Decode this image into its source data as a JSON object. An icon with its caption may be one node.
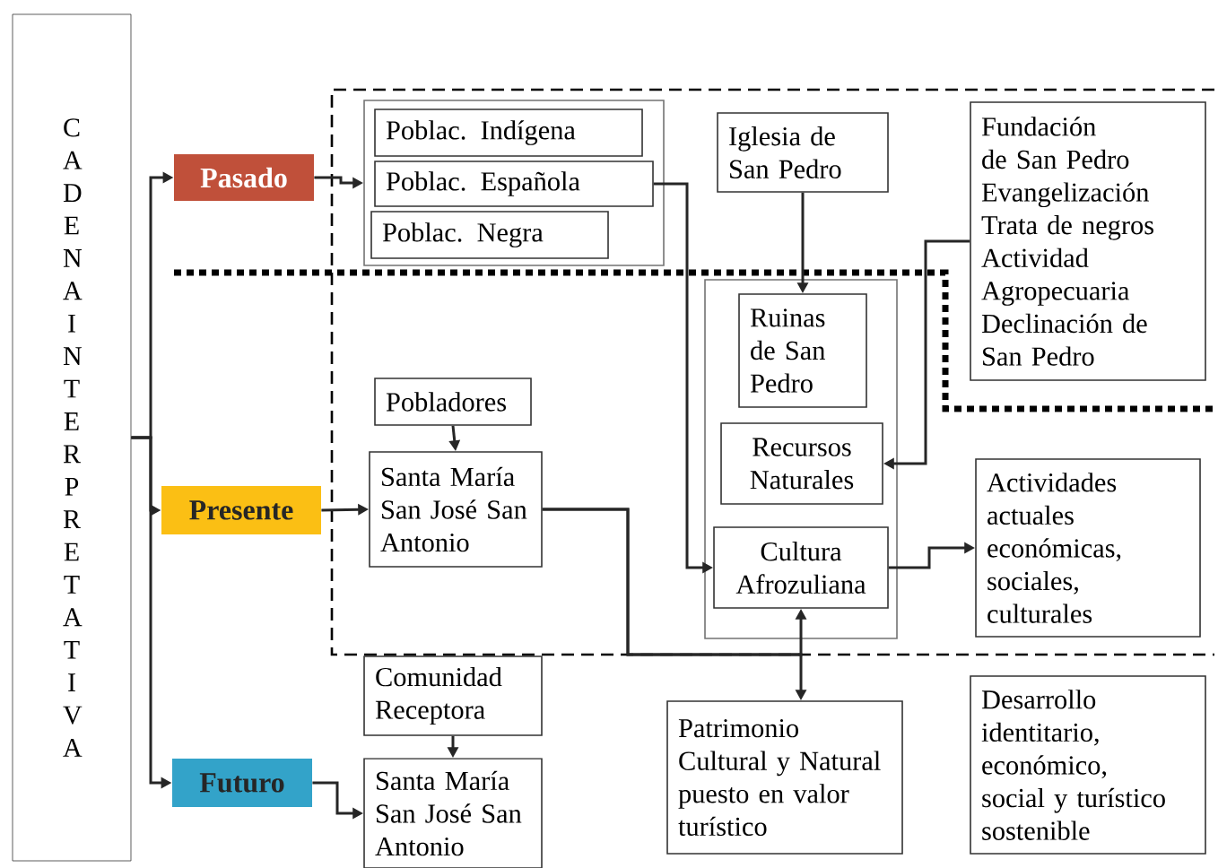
{
  "diagram": {
    "nodes": [
      {
        "text": [
          "CADENA INTERPRETATIVA"
        ]
      },
      {
        "text": [
          "Pasado"
        ]
      },
      {
        "text": [],
        "shape": "box"
      },
      {
        "text": [
          "Poblac. Indígena"
        ],
        "in": 2
      },
      {
        "text": [
          "Poblac. Española"
        ],
        "in": 2
      },
      {
        "text": [
          "Poblac. Negra"
        ],
        "in": 2
      },
      {
        "text": [
          "Iglesia de San Pedro"
        ]
      },
      {
        "text": [
          "Fundación de San Pedro Evangelización Trata de negros Actividad Agropecuaria Declinación de San Pedro"
        ]
      },
      {
        "text": [],
        "shape": "box"
      },
      {
        "text": [
          "Ruinas de San Pedro"
        ],
        "in": 8
      },
      {
        "text": [
          "Recursos Naturales"
        ],
        "in": 8
      },
      {
        "text": [
          "Cultura Afrozuliana"
        ],
        "in": 8
      },
      {
        "text": [
          "Pobladores"
        ]
      },
      {
        "text": [
          "Presente"
        ]
      },
      {
        "text": [
          "Santa María San José San Antonio"
        ]
      },
      {
        "text": [
          "Actividades actuales económicas, sociales, culturales"
        ]
      },
      {
        "text": [
          "Comunidad Receptora"
        ]
      },
      {
        "text": [
          "Futuro"
        ]
      },
      {
        "text": [
          "Santa María San José San Antonio"
        ]
      },
      {
        "text": [
          "Patrimonio Cultural y Natural puesto en valor turístico"
        ]
      },
      {
        "text": [
          "Desarrollo identitario, económico, social y turístico sostenible"
        ]
      }
    ],
    "edges": [
      {
        "from": 0,
        "to": 1,
        "arrow": "to"
      },
      {
        "from": 0,
        "to": 13,
        "arrow": "to"
      },
      {
        "from": 0,
        "to": 17,
        "arrow": "to"
      },
      {
        "from": 1,
        "to": 2,
        "arrow": "to"
      },
      {
        "from": 4,
        "to": 11,
        "arrow": "to"
      },
      {
        "from": 6,
        "to": 9,
        "arrow": "to"
      },
      {
        "from": 7,
        "to": 10,
        "arrow": "to"
      },
      {
        "from": 12,
        "to": 14,
        "arrow": "to"
      },
      {
        "from": 13,
        "to": 14,
        "arrow": "to"
      },
      {
        "from": 14,
        "to": 11,
        "arrow": "to"
      },
      {
        "from": 14,
        "to": 19,
        "arrow": "to"
      },
      {
        "from": 11,
        "to": 15,
        "arrow": "to"
      },
      {
        "from": 16,
        "to": 18,
        "arrow": "to"
      },
      {
        "from": 17,
        "to": 18,
        "arrow": "to"
      }
    ]
  }
}
